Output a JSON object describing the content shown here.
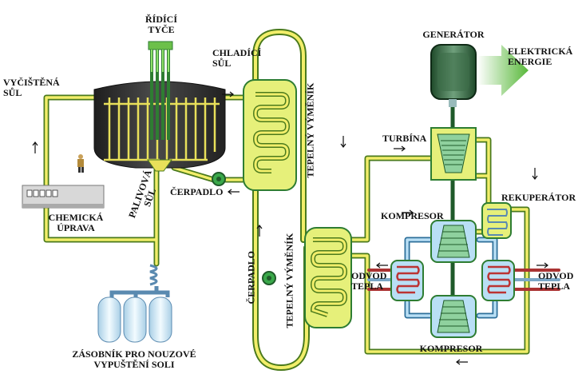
{
  "labels": {
    "control_rods": [
      "ŘÍDÍCÍ",
      "TYČE"
    ],
    "purified_salt": [
      "VYČIŠTĚNÁ",
      "SŮL"
    ],
    "coolant_salt": [
      "CHLADÍCÍ",
      "SŮL"
    ],
    "generator": "GENERÁTOR",
    "electric_energy": [
      "ELEKTRICKÁ",
      "ENERGIE"
    ],
    "heat_exchanger_1": "TEPELNÝ VÝMĚNÍK",
    "turbine": "TURBÍNA",
    "pump_1": "ČERPADLO",
    "fuel_salt": [
      "PALIVOVÁ",
      "SŮL"
    ],
    "recuperator": "REKUPERÁTOR",
    "compressor_1": "KOMPRESOR",
    "chemical_treatment": [
      "CHEMICKÁ",
      "ÚPRAVA"
    ],
    "heat_exchanger_2": "TEPELNÝ VÝMĚNÍK",
    "pump_2": "ČERPADLO",
    "heat_out_left": [
      "ODVOD",
      "TEPLA"
    ],
    "heat_out_right": [
      "ODVOD",
      "TEPLA"
    ],
    "compressor_2": "KOMPRESOR",
    "emergency_tanks": [
      "ZÁSOBNÍK PRO NOUZOVÉ",
      "VYPUŠTĚNÍ SOLI"
    ]
  },
  "colors": {
    "pipe_outline": "#4a7a1c",
    "pipe_fill": "#f2ee6a",
    "reactor_body": "#2e2e2e",
    "exchanger_fill": "#e6f07a",
    "exchanger_outline": "#2e7d32",
    "turbine_fill": "#8fd19e",
    "cooler_fill": "#b9dff5",
    "hot_pipe": "#d36a6a",
    "tank_fill": "#d9eef8",
    "arrow_green": "#6cc04a"
  },
  "icons": [
    "control-rods",
    "reactor-vessel",
    "pump",
    "heat-exchanger",
    "turbine",
    "compressor",
    "generator",
    "energy-arrow",
    "storage-tank",
    "chemical-unit",
    "freeze-valve",
    "person"
  ]
}
